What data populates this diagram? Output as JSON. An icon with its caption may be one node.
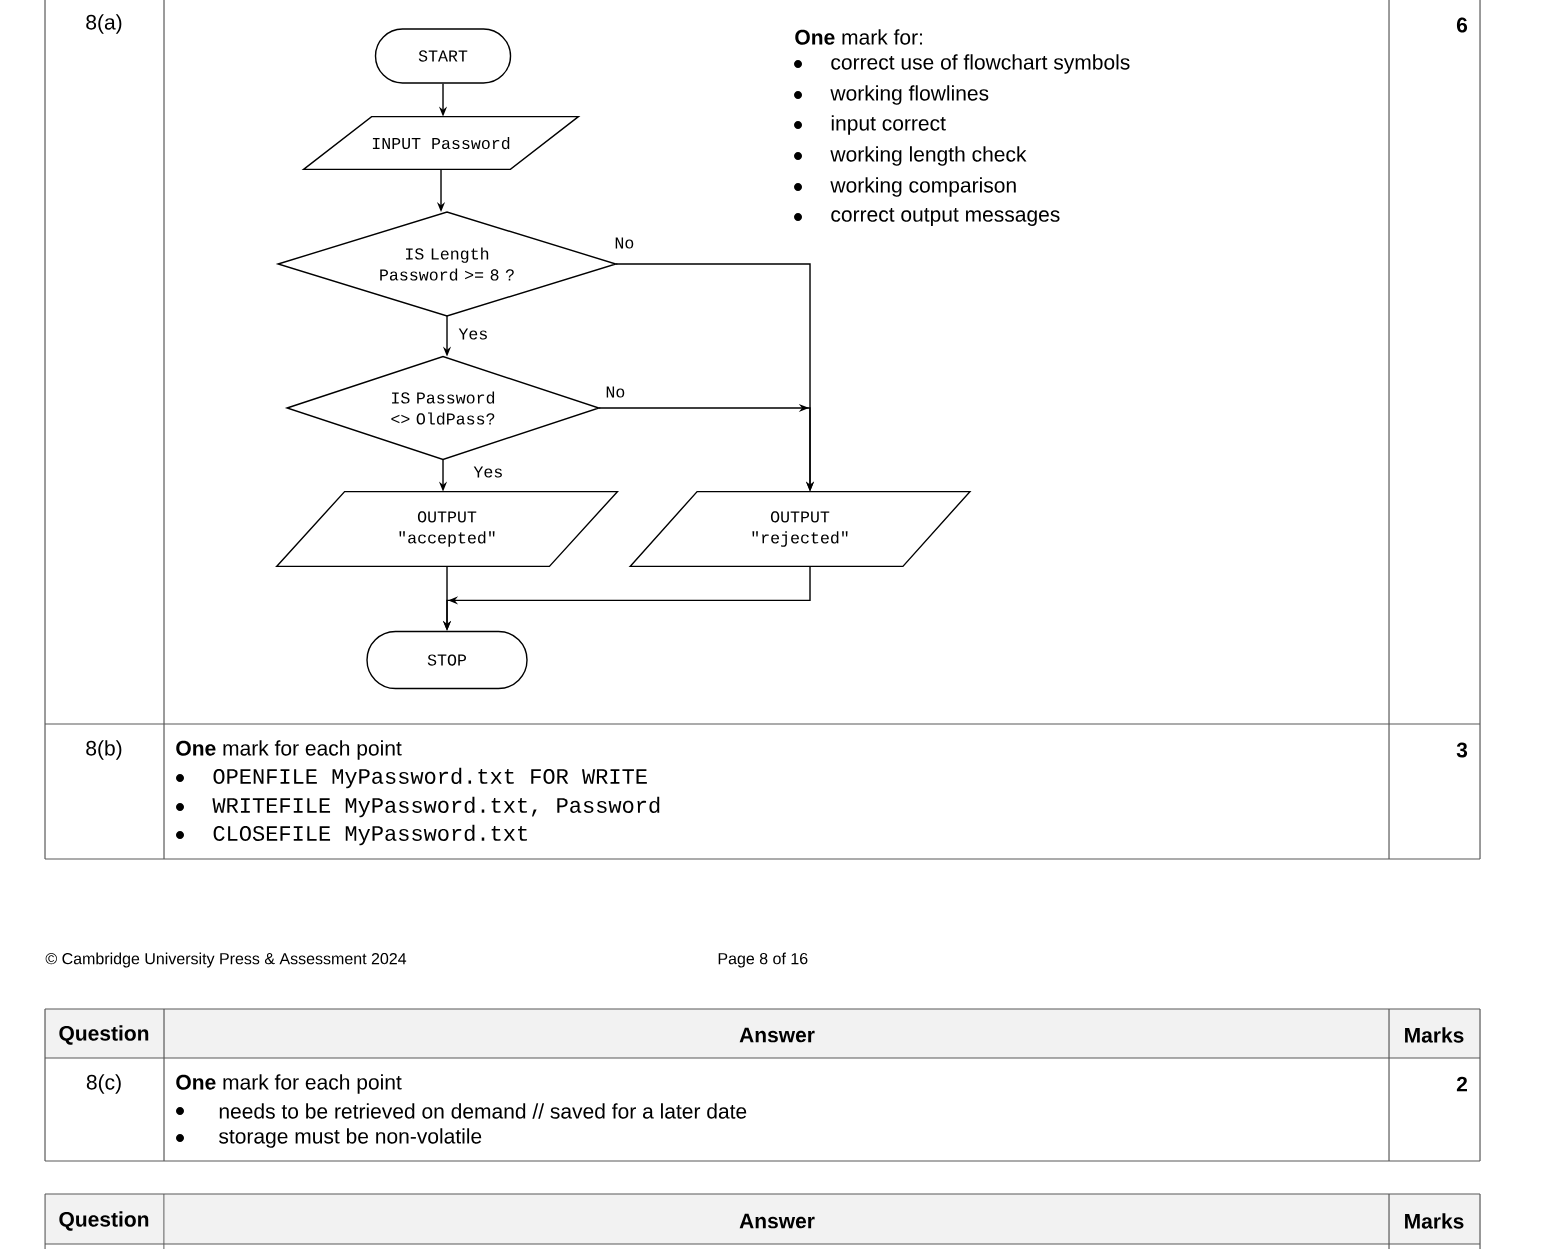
{
  "diagram": {
    "nodes": [
      {
        "text": [
          "START"
        ]
      },
      {
        "text": [
          "INPUT Password"
        ]
      },
      {
        "text": [
          "IS Length Password >= 8 ?"
        ]
      },
      {
        "text": [
          "IS Password <> OldPass?"
        ]
      },
      {
        "text": [
          "OUTPUT \"accepted\""
        ]
      },
      {
        "text": [
          "OUTPUT \"rejected\""
        ]
      },
      {
        "text": [
          "STOP"
        ]
      }
    ],
    "edges": [
      {
        "from": 0,
        "to": 1,
        "arrow": "to"
      },
      {
        "from": 1,
        "to": 2,
        "arrow": "to"
      },
      {
        "from": 2,
        "to": 3,
        "label": "Yes",
        "arrow": "to"
      },
      {
        "from": 2,
        "to": 5,
        "label": "No",
        "arrow": "to"
      },
      {
        "from": 3,
        "to": 5,
        "label": "No",
        "arrow": "to"
      },
      {
        "from": 3,
        "to": 4,
        "label": "Yes",
        "arrow": "to"
      },
      {
        "from": 4,
        "to": 6,
        "arrow": "to"
      },
      {
        "from": 5,
        "to": 6,
        "arrow": "to"
      }
    ],
    "labels": [
      "8(a)",
      "**One** mark for:",
      "correct use of flowchart symbols",
      "working flowlines",
      "input correct",
      "working length check",
      "working comparison",
      "correct output messages",
      "6",
      "8(b)",
      "**One** mark for each point",
      "OPENFILE MyPassword.txt FOR WRITE",
      "WRITEFILE MyPassword.txt, Password",
      "CLOSEFILE MyPassword.txt",
      "3",
      "© Cambridge University Press & Assessment 2024",
      "Page 8 of 16",
      "Question",
      "Answer",
      "Marks",
      "8(c)",
      "**One** mark for each point",
      "needs to be retrieved on demand // saved for a later date",
      "storage must be non-volatile",
      "2",
      "Question",
      "Answer",
      "Marks"
    ]
  }
}
